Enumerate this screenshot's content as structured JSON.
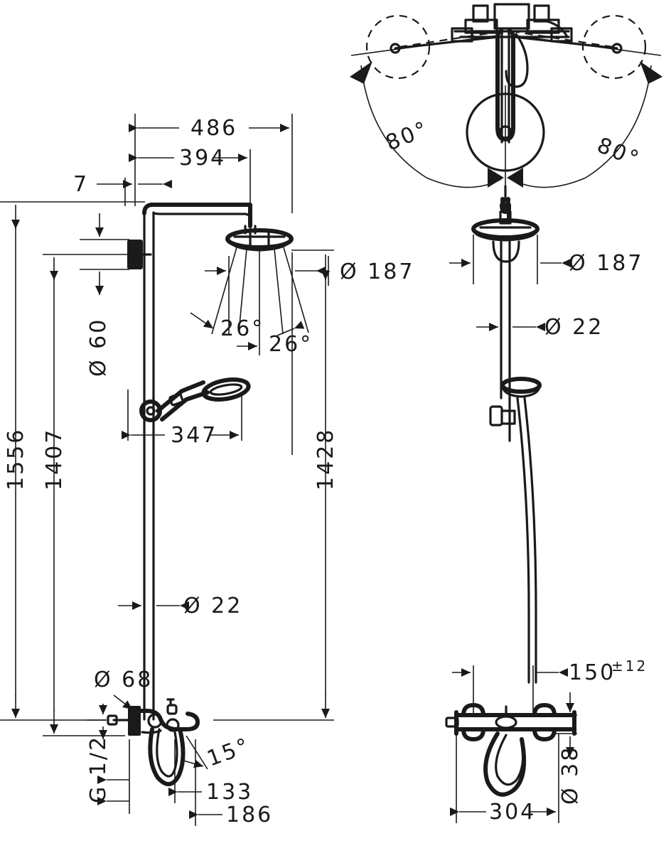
{
  "drawing": {
    "title": "Shower column technical dimension drawing",
    "units": "mm",
    "line_color": "#1a1a1a",
    "background": "#ffffff",
    "views": [
      {
        "name": "side-elevation",
        "position": "left"
      },
      {
        "name": "top-view-swivel-range",
        "position": "top-right"
      },
      {
        "name": "front-elevation",
        "position": "right"
      }
    ]
  },
  "dimensions": {
    "width_overall": "486",
    "width_arm": "394",
    "offset_wall": "7",
    "diameter_wall_connector": "Ø 60",
    "diameter_overhead_shower": "Ø 187",
    "spray_angle_left": "26°",
    "spray_angle_right": "26°",
    "handshower_reach": "347",
    "height_overall": "1556",
    "height_handshower_holder": "1407",
    "height_overhead_shower": "1428",
    "diameter_riser_pipe": "Ø 22",
    "diameter_escutcheon": "Ø 68",
    "thread_connection": "G 1/2",
    "outlet_angle": "15°",
    "depth_outlet": "133",
    "depth_overall_bottom": "186",
    "swivel_left": "80°",
    "swivel_right": "80°",
    "diameter_overhead_shower_front": "Ø 187",
    "diameter_riser_pipe_front": "Ø 22",
    "center_distance": "150",
    "center_distance_tolerance": "±12",
    "diameter_valve_body": "Ø 38",
    "width_valve_body": "304"
  }
}
